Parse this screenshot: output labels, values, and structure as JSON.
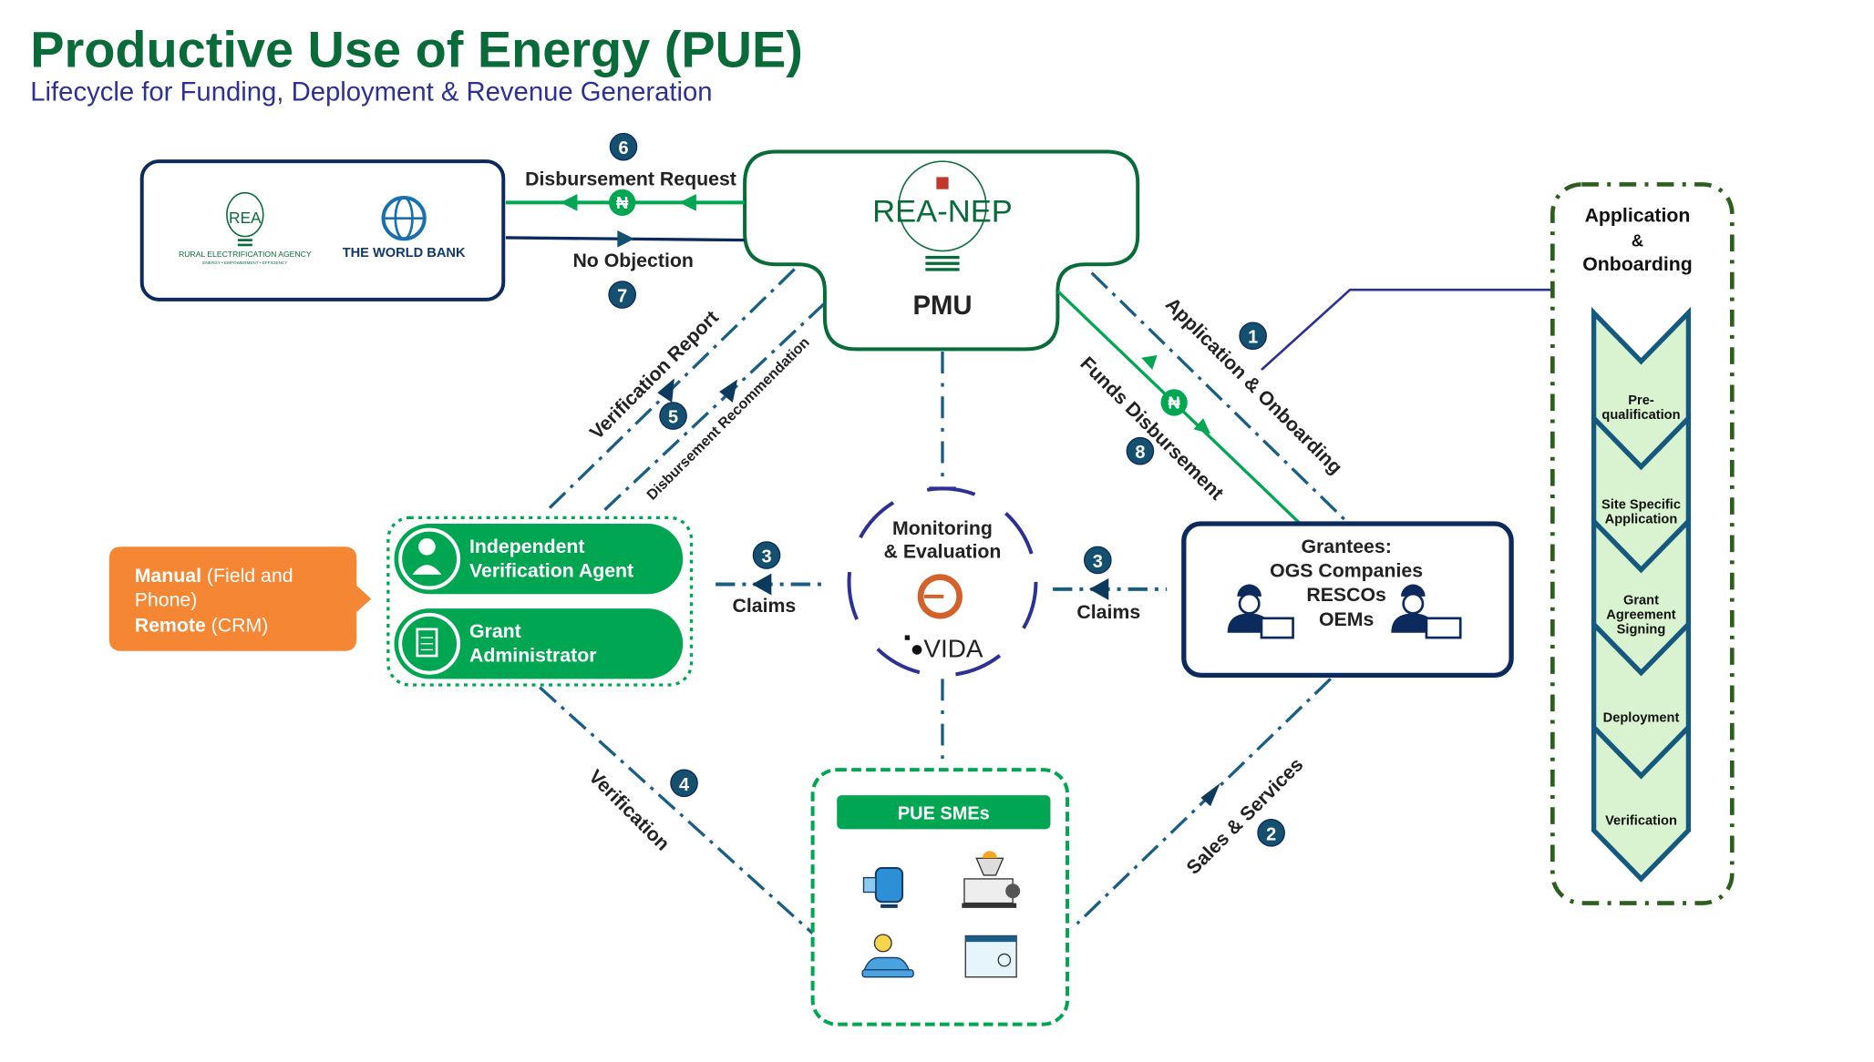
{
  "header": {
    "title": "Productive Use of Energy (PUE)",
    "subtitle": "Lifecycle for Funding, Deployment & Revenue Generation"
  },
  "colors": {
    "title_green": "#0a6b3a",
    "subtitle_indigo": "#2e3192",
    "navy": "#0d2a5c",
    "teal_line": "#1a5e85",
    "green": "#00a651",
    "orange": "#f58634",
    "chevron_fill": "#d9f2d0",
    "panel_border": "#2d5e1e"
  },
  "funders": {
    "rea_logo_text": "REA",
    "rea_name": "RURAL ELECTRIFICATION AGENCY",
    "rea_tagline": "ENERGY • EMPOWERMENT • EFFICIENCY",
    "world_bank": "THE WORLD BANK"
  },
  "pmu": {
    "logo_text": "REA-NEP",
    "label": "PMU"
  },
  "flows": {
    "disbursement_request": {
      "step": "6",
      "label": "Disbursement Request"
    },
    "no_objection": {
      "step": "7",
      "label": "No Objection"
    },
    "verification_report": {
      "label": "Verification Report"
    },
    "disbursement_recommendation": {
      "step": "5",
      "label": "Disbursement Recommendation"
    },
    "application_onboarding": {
      "step": "1",
      "label": "Application & Onboarding"
    },
    "funds_disbursement": {
      "step": "8",
      "label": "Funds Disbursement"
    },
    "claims_left": {
      "step": "3",
      "label": "Claims"
    },
    "claims_right": {
      "step": "3",
      "label": "Claims"
    },
    "verification": {
      "step": "4",
      "label": "Verification"
    },
    "sales_services": {
      "step": "2",
      "label": "Sales & Services"
    },
    "currency_symbol": "₦"
  },
  "monitoring": {
    "line1": "Monitoring",
    "line2": "& Evaluation",
    "vida": "VIDA"
  },
  "agents": {
    "iva_line1": "Independent",
    "iva_line2": "Verification Agent",
    "ga_line1": "Grant",
    "ga_line2": "Administrator"
  },
  "modes": {
    "manual_bold": "Manual",
    "manual_rest": " (Field and",
    "manual_rest2": "Phone)",
    "remote_bold": "Remote",
    "remote_rest": " (CRM)"
  },
  "grantees": {
    "title": "Grantees:",
    "items": [
      "OGS Companies",
      "RESCOs",
      "OEMs"
    ]
  },
  "smes": {
    "title": "PUE SMEs",
    "icons": [
      "water-pump-icon",
      "grain-mill-icon",
      "electric-vehicle-icon",
      "freezer-icon"
    ]
  },
  "lifecycle": {
    "title1": "Application",
    "title2": "&",
    "title3": "Onboarding",
    "steps": [
      [
        "Pre-",
        "qualification"
      ],
      [
        "Site Specific",
        "Application"
      ],
      [
        "Grant",
        "Agreement",
        "Signing"
      ],
      [
        "Deployment"
      ],
      [
        "Verification"
      ]
    ]
  }
}
